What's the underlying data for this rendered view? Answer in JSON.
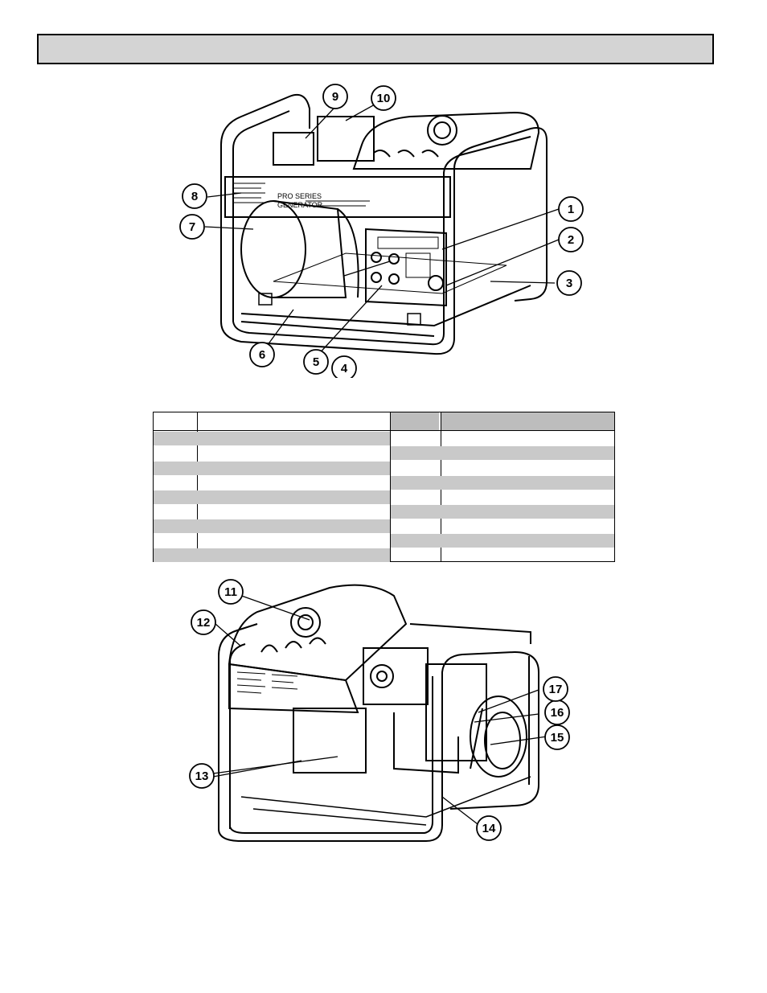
{
  "header": {
    "title": ""
  },
  "figure_top": {
    "callouts": [
      "1",
      "2",
      "3",
      "4",
      "5",
      "6",
      "7",
      "8",
      "9",
      "10"
    ],
    "panel_text": {
      "brand_line1": "PRO SERIES",
      "brand_line2": "GENERATOR"
    }
  },
  "figure_bottom": {
    "callouts": [
      "11",
      "12",
      "13",
      "14",
      "15",
      "16",
      "17"
    ]
  },
  "parts_table": {
    "headers": [
      "",
      "",
      "",
      ""
    ],
    "left_rows": [
      "",
      "",
      "",
      "",
      "",
      "",
      "",
      "",
      "",
      ""
    ],
    "right_rows": [
      "",
      "",
      "",
      "",
      "",
      "",
      "",
      "",
      ""
    ]
  },
  "colors": {
    "title_bar": "#d4d4d4",
    "row_shade": "#c9c9c9",
    "line": "#000000"
  }
}
